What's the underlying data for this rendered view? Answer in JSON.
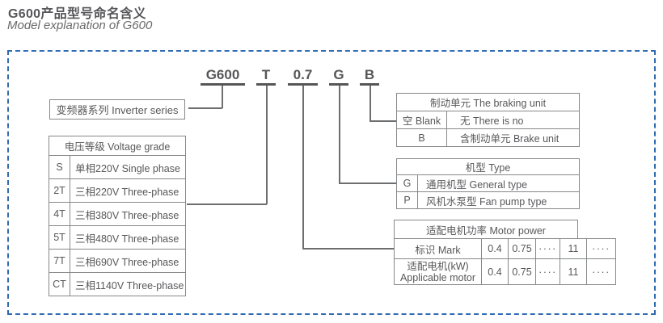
{
  "header": {
    "title_zh": "G600产品型号命名含义",
    "title_en": "Model explanation of G600"
  },
  "model_code": {
    "segments": [
      "G600",
      "T",
      "0.7",
      "G",
      "B"
    ]
  },
  "inverter_series": {
    "label": "变频器系列 Inverter series"
  },
  "voltage_table": {
    "header": "电压等级 Voltage grade",
    "rows": [
      {
        "code": "S",
        "desc": "单相220V Single phase"
      },
      {
        "code": "2T",
        "desc": "三相220V Three-phase"
      },
      {
        "code": "4T",
        "desc": "三相380V Three-phase"
      },
      {
        "code": "5T",
        "desc": "三相480V Three-phase"
      },
      {
        "code": "7T",
        "desc": "三相690V Three-phase"
      },
      {
        "code": "CT",
        "desc": "三相1140V Three-phase"
      }
    ]
  },
  "braking_table": {
    "header": "制动单元 The braking unit",
    "rows": [
      {
        "code": "空 Blank",
        "desc": "无 There is no"
      },
      {
        "code": "B",
        "desc": "含制动单元 Brake unit"
      }
    ]
  },
  "type_table": {
    "header": "机型 Type",
    "rows": [
      {
        "code": "G",
        "desc": "通用机型 General type"
      },
      {
        "code": "P",
        "desc": "风机水泵型 Fan pump type"
      }
    ]
  },
  "power_table": {
    "header": "适配电机功率 Motor power",
    "mark_label": "标识 Mark",
    "motor_label_zh": "适配电机(kW)",
    "motor_label_en": "Applicable motor",
    "mark_values": [
      "0.4",
      "0.75",
      "····",
      "11",
      "····"
    ],
    "motor_values": [
      "0.4",
      "0.75",
      "····",
      "11",
      "····"
    ]
  },
  "colors": {
    "frame_blue": "#2f6bb2",
    "text_gray": "#58585b",
    "line_gray": "#6d6e70",
    "border_gray": "#87888a"
  }
}
